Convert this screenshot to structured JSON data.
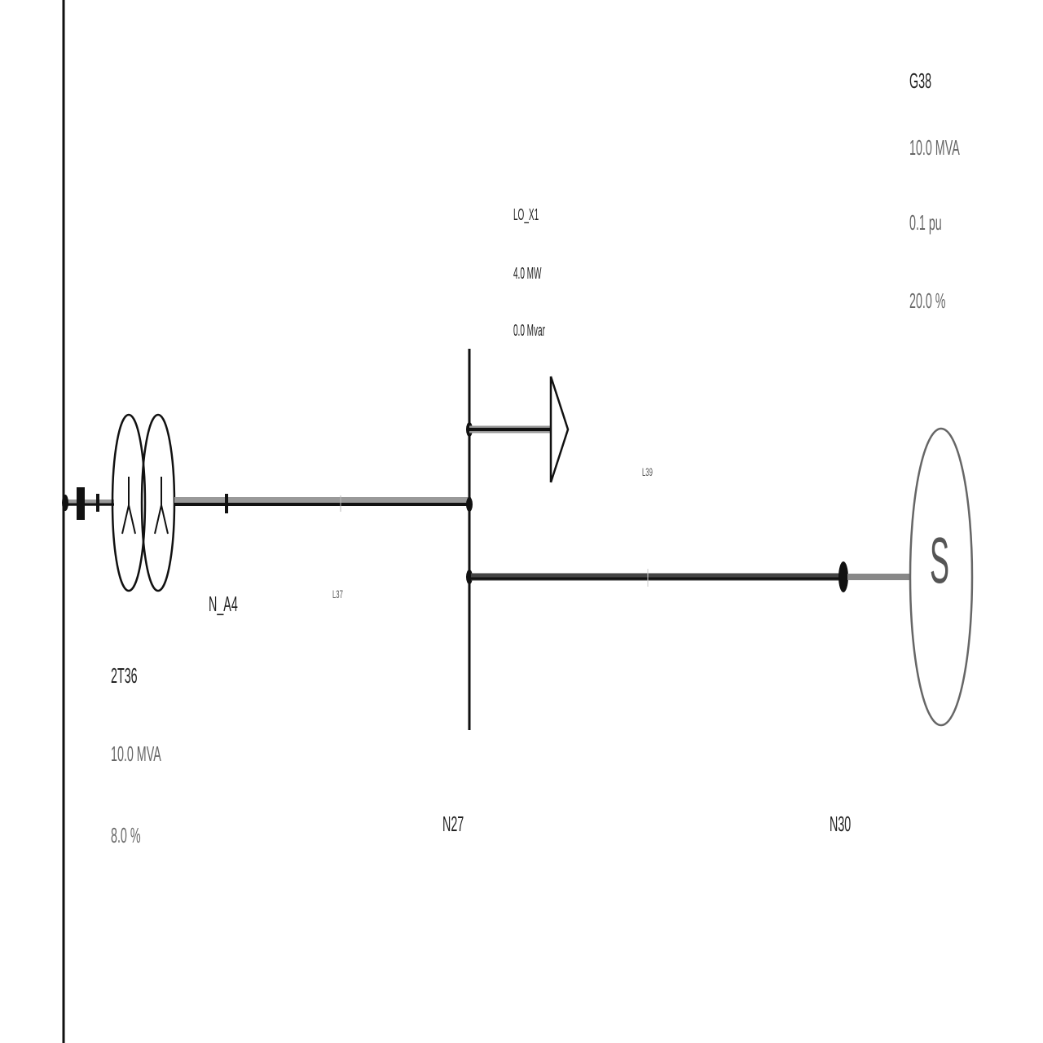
{
  "diagram": {
    "type": "single-line electrical network diagram",
    "elements": {
      "transformer": {
        "name": "2T36",
        "rating": "10.0 MVA",
        "impedance": "8.0 %"
      },
      "node_a4": {
        "name": "N_A4"
      },
      "line_37": {
        "name": "L37"
      },
      "node_27": {
        "name": "N27"
      },
      "load": {
        "name": "LO_X1",
        "p": "4.0 MW",
        "q": "0.0 Mvar"
      },
      "line_39": {
        "name": "L39"
      },
      "node_30": {
        "name": "N30"
      },
      "generator": {
        "name": "G38",
        "rating": "10.0 MVA",
        "voltage": "0.1 pu",
        "impedance": "20.0 %",
        "symbol": "S"
      }
    },
    "colors": {
      "line": "#111111",
      "line_shadow": "#9a9a9a",
      "generator_stroke": "#666666",
      "text": "#222222"
    }
  }
}
